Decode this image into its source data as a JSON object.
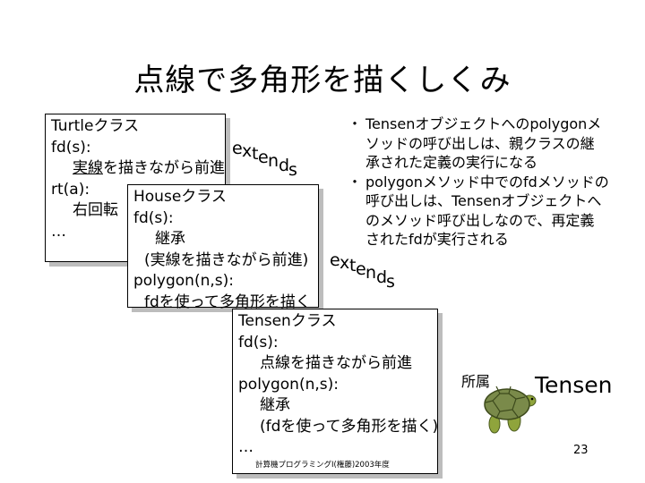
{
  "title": "点線で多角形を描くしくみ",
  "turtle_class": {
    "name": "Turtleクラス",
    "fd_sig": "fd(s):",
    "fd_desc_a": "実線",
    "fd_desc_b": "を描きながら前進",
    "rt_sig": "rt(a):",
    "rt_desc": "右回転",
    "ellipsis": "…"
  },
  "house_class": {
    "name": "Houseクラス",
    "fd_sig": "fd(s):",
    "fd_inherit": "継承",
    "fd_desc": "(実線を描きながら前進)",
    "polygon_sig": "polygon(n,s):",
    "polygon_desc": "fdを使って多角形を描く"
  },
  "tensen_class": {
    "name": "Tensenクラス",
    "fd_sig": "fd(s):",
    "fd_desc": "点線を描きながら前進",
    "polygon_sig": "polygon(n,s):",
    "polygon_inherit": "継承",
    "polygon_desc": "(fdを使って多角形を描く)",
    "ellipsis": "…"
  },
  "extends_upper": [
    "e",
    "x",
    "t",
    "e",
    "n",
    "d",
    "s"
  ],
  "extends_lower": [
    "e",
    "x",
    "t",
    "e",
    "n",
    "d",
    "s"
  ],
  "bullets": [
    {
      "marker": "・",
      "lines": [
        "Tensenオブジェクトへのpolygonメ",
        "ソッドの呼び出しは、親クラスの継",
        "承された定義の実行になる"
      ]
    },
    {
      "marker": "・",
      "lines": [
        "polygonメソッド中でのfdメソッドの",
        "呼び出しは、Tensenオブジェクトへ",
        "のメソッド呼び出しなので、再定義",
        "されたfdが実行される"
      ]
    }
  ],
  "belongs_label": "所属",
  "tensen_label": "Tensen",
  "footer": "計算機プログラミングI(権藤)2003年度",
  "page_number": "23",
  "colors": {
    "shadow": "#bdbdbd",
    "turtle_shell": "#7a8a4a",
    "turtle_skin": "#8fa43c"
  },
  "icons": {
    "turtle": "turtle-icon"
  }
}
